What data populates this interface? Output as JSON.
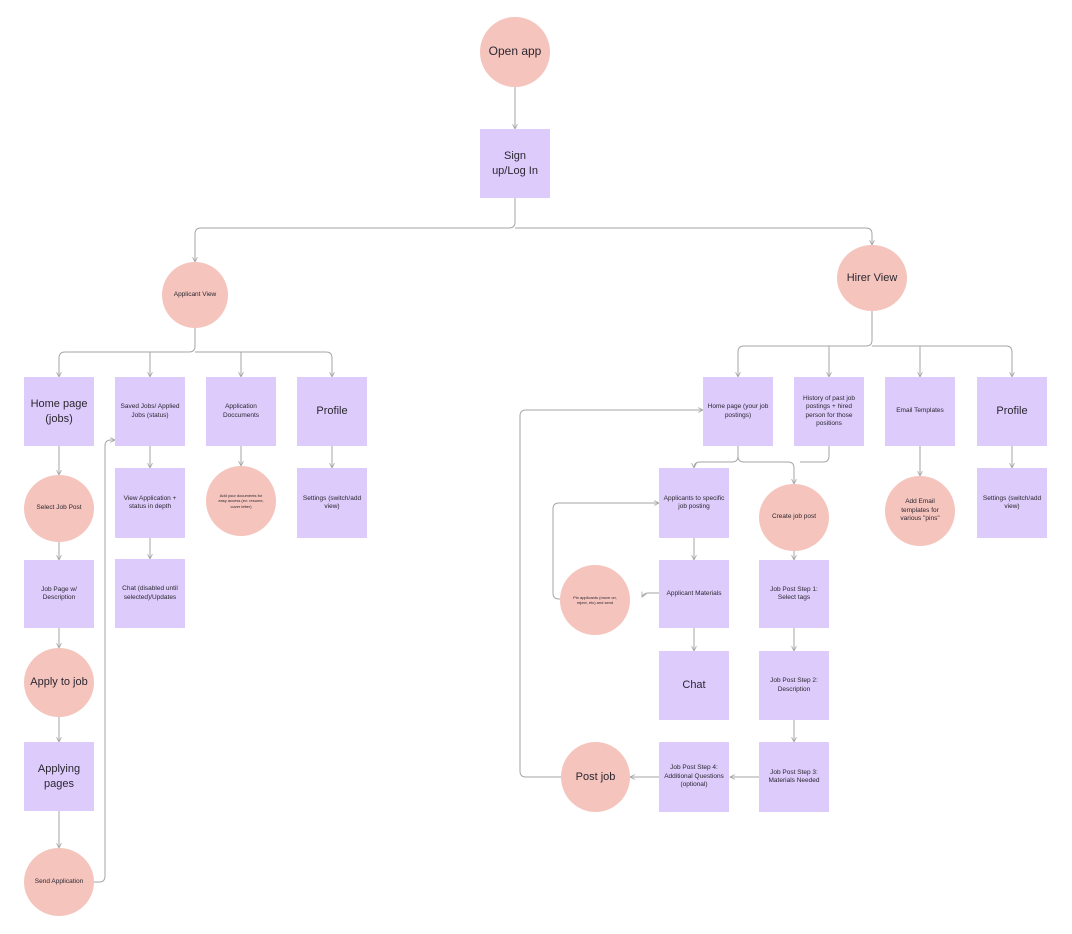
{
  "colors": {
    "rect_fill": "#dccbfb",
    "circle_fill": "#f5c4bd",
    "connector": "#a6a6a6",
    "text": "#2b2730"
  },
  "nodes": {
    "open_app": "Open app",
    "signup": "Sign up/Log In",
    "applicant_view": "Applicant View",
    "hirer_view": "Hirer View",
    "a_home": "Home page (jobs)",
    "a_saved": "Saved Jobs/ Applied Jobs (status)",
    "a_docs": "Application Doccuments",
    "a_profile": "Profile",
    "a_select": "Select Job Post",
    "a_viewapp": "View Application + status in depth",
    "a_adddocs": "Add your documents for easy access (ex: resume, cover letter)",
    "a_settings": "Settings (switch/add view)",
    "a_jobpage": "Job Page w/ Description",
    "a_chat": "Chat (disabled until selected)/Updates",
    "a_apply": "Apply to job",
    "a_applying": "Applying pages",
    "a_send": "Send Application",
    "h_home": "Home page (your job postings)",
    "h_history": "History of past job postings + hired person for those positions",
    "h_email": "Email Templates",
    "h_profile": "Profile",
    "h_addemail": "Add Email templates for various \"pins\"",
    "h_settings": "Settings (switch/add view)",
    "h_applicants": "Applicants to specific job posting",
    "h_create": "Create job post",
    "h_pin": "Pin applicants (move on, reject, etc) and send",
    "h_materials": "Applicant Materials",
    "h_step1": "Job Post Step 1: Select tags",
    "h_chat": "Chat",
    "h_step2": "Job Post Step 2: Description",
    "h_postjob": "Post job",
    "h_step4": "Job Post Step 4: Additional Questions (optional)",
    "h_step3": "Job Post Step 3: Materials Needed"
  }
}
